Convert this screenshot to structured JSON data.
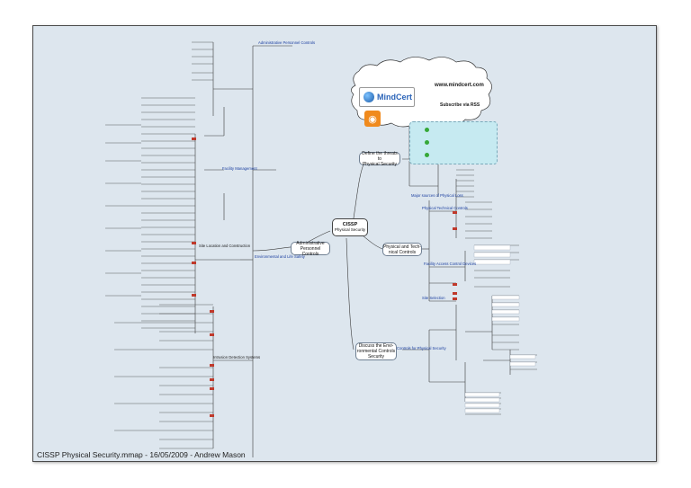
{
  "footer": {
    "text": "CISSP Physical Security.mmap - 16/05/2009 - Andrew Mason"
  },
  "central": {
    "line1": "CISSP",
    "line2": "Physical Security"
  },
  "branches": {
    "admin": {
      "line1": "Administrative",
      "line2": "Personnel Controls"
    },
    "define": {
      "line1": "Define the threats to",
      "line2": "Physical Security"
    },
    "technical": {
      "line1": "Physical and Tech-",
      "line2": "nical Controls"
    },
    "environment": {
      "line1": "Discuss the Envi-",
      "line2": "ronmental Controls",
      "line3": "Security"
    }
  },
  "banner": {
    "logo_text": "MindCert",
    "url": "www.mindcert.com",
    "subscribe": "Subscribe via RSS",
    "rss_glyph": "rss-icon"
  },
  "left_labels": {
    "top": "Administrative Personnel Controls",
    "facility": "Facility Management",
    "environmental": "Environmental and Life Safety",
    "devices": "Intrusion Detection Systems",
    "perimeter": "Site Location and Construction"
  },
  "right_labels": {
    "threats": "Major sources of Physical Loss",
    "tech": "Physical Technical Controls",
    "facility_access": "Facility Access Control Devices",
    "site": "Site Selection",
    "env_sec": "Controls for Physical Security"
  },
  "colors": {
    "sheet": "#dde6ee",
    "line": "#3b3b3b",
    "accent_blue": "#1b3fa0",
    "rss": "#f08a1d",
    "green_panel": "#c6eaf1"
  }
}
